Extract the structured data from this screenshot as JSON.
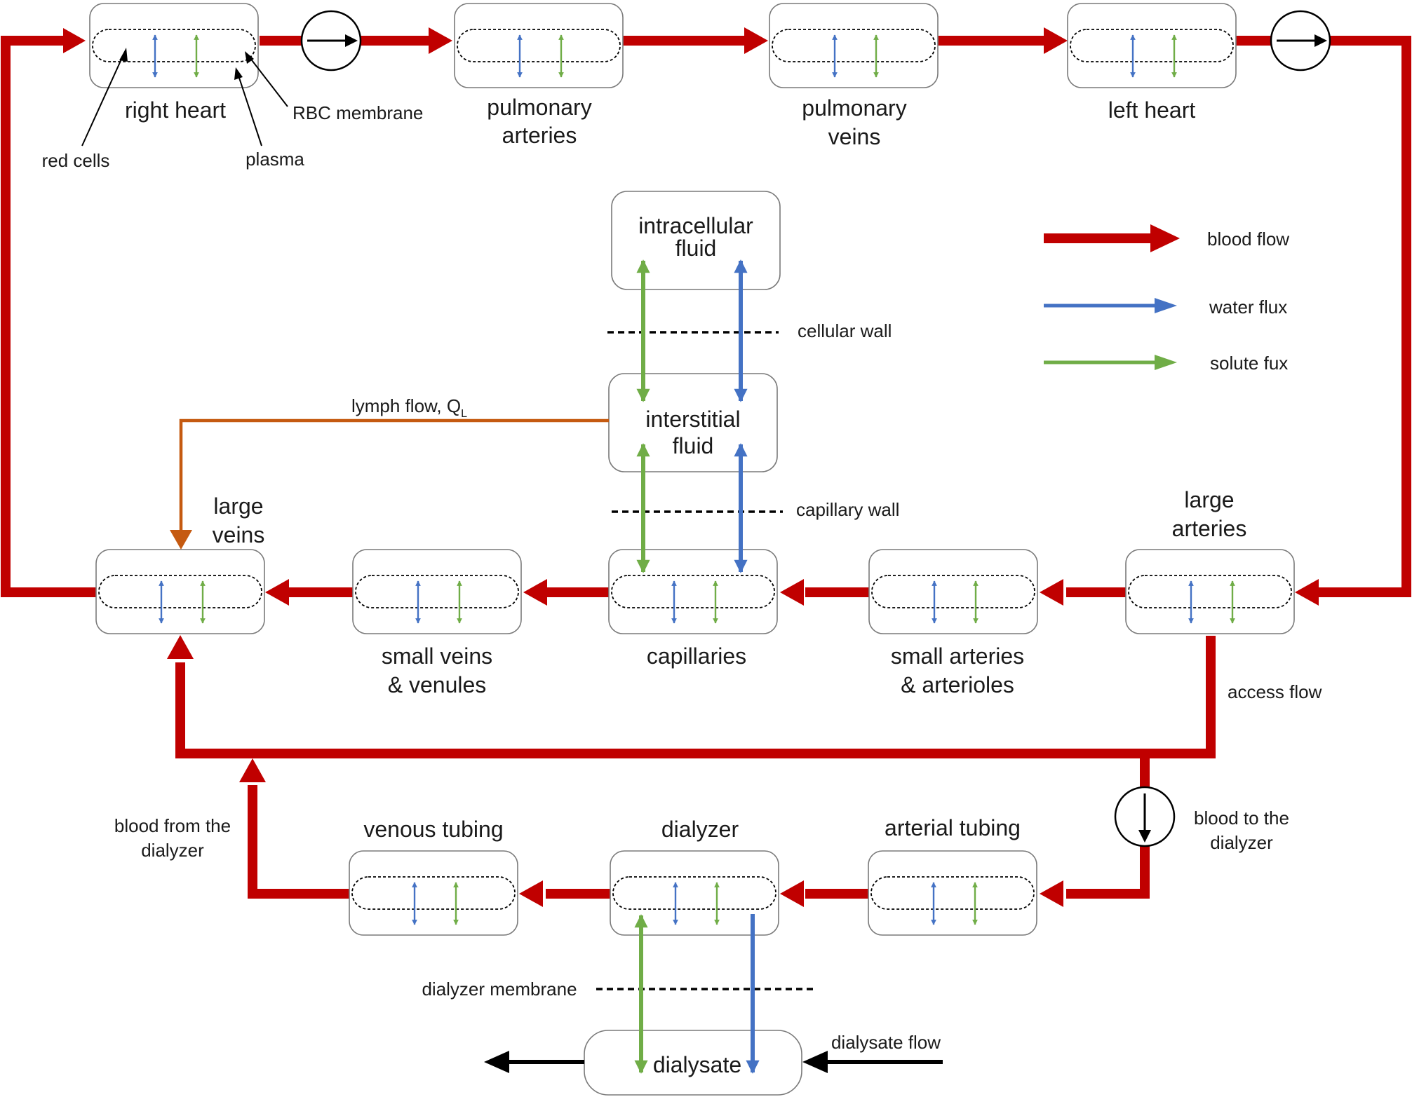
{
  "compartments": {
    "right_heart": "right heart",
    "pulmonary_arteries": [
      "pulmonary",
      "arteries"
    ],
    "pulmonary_veins": [
      "pulmonary",
      "veins"
    ],
    "left_heart": "left heart",
    "large_veins": [
      "large",
      "veins"
    ],
    "small_veins": [
      "small veins",
      "& venules"
    ],
    "capillaries": "capillaries",
    "small_arteries": [
      "small arteries",
      "& arterioles"
    ],
    "large_arteries": [
      "large",
      "arteries"
    ],
    "venous_tubing": "venous tubing",
    "dialyzer": "dialyzer",
    "arterial_tubing": "arterial tubing",
    "intracellular": [
      "intracellular",
      "fluid"
    ],
    "interstitial": [
      "interstitial",
      "fluid"
    ],
    "dialysate": "dialysate"
  },
  "annotations": {
    "red_cells": "red cells",
    "plasma": "plasma",
    "rbc_membrane": "RBC membrane",
    "cellular_wall": "cellular wall",
    "capillary_wall": "capillary wall",
    "lymph_flow": "lymph flow, Q",
    "lymph_flow_sub": "L",
    "access_flow": "access flow",
    "blood_from_dialyzer": [
      "blood from the",
      "dialyzer"
    ],
    "blood_to_dialyzer": [
      "blood to the",
      "dialyzer"
    ],
    "dialyzer_membrane": "dialyzer membrane",
    "dialysate_flow": "dialysate flow"
  },
  "legend": {
    "blood_flow": "blood flow",
    "water_flux": "water flux",
    "solute_flux": "solute fux"
  },
  "colors": {
    "blood_flow": "#c00000",
    "water_flux": "#4472c4",
    "solute_flux": "#70ad47",
    "lymph_flow": "#c55a11"
  }
}
